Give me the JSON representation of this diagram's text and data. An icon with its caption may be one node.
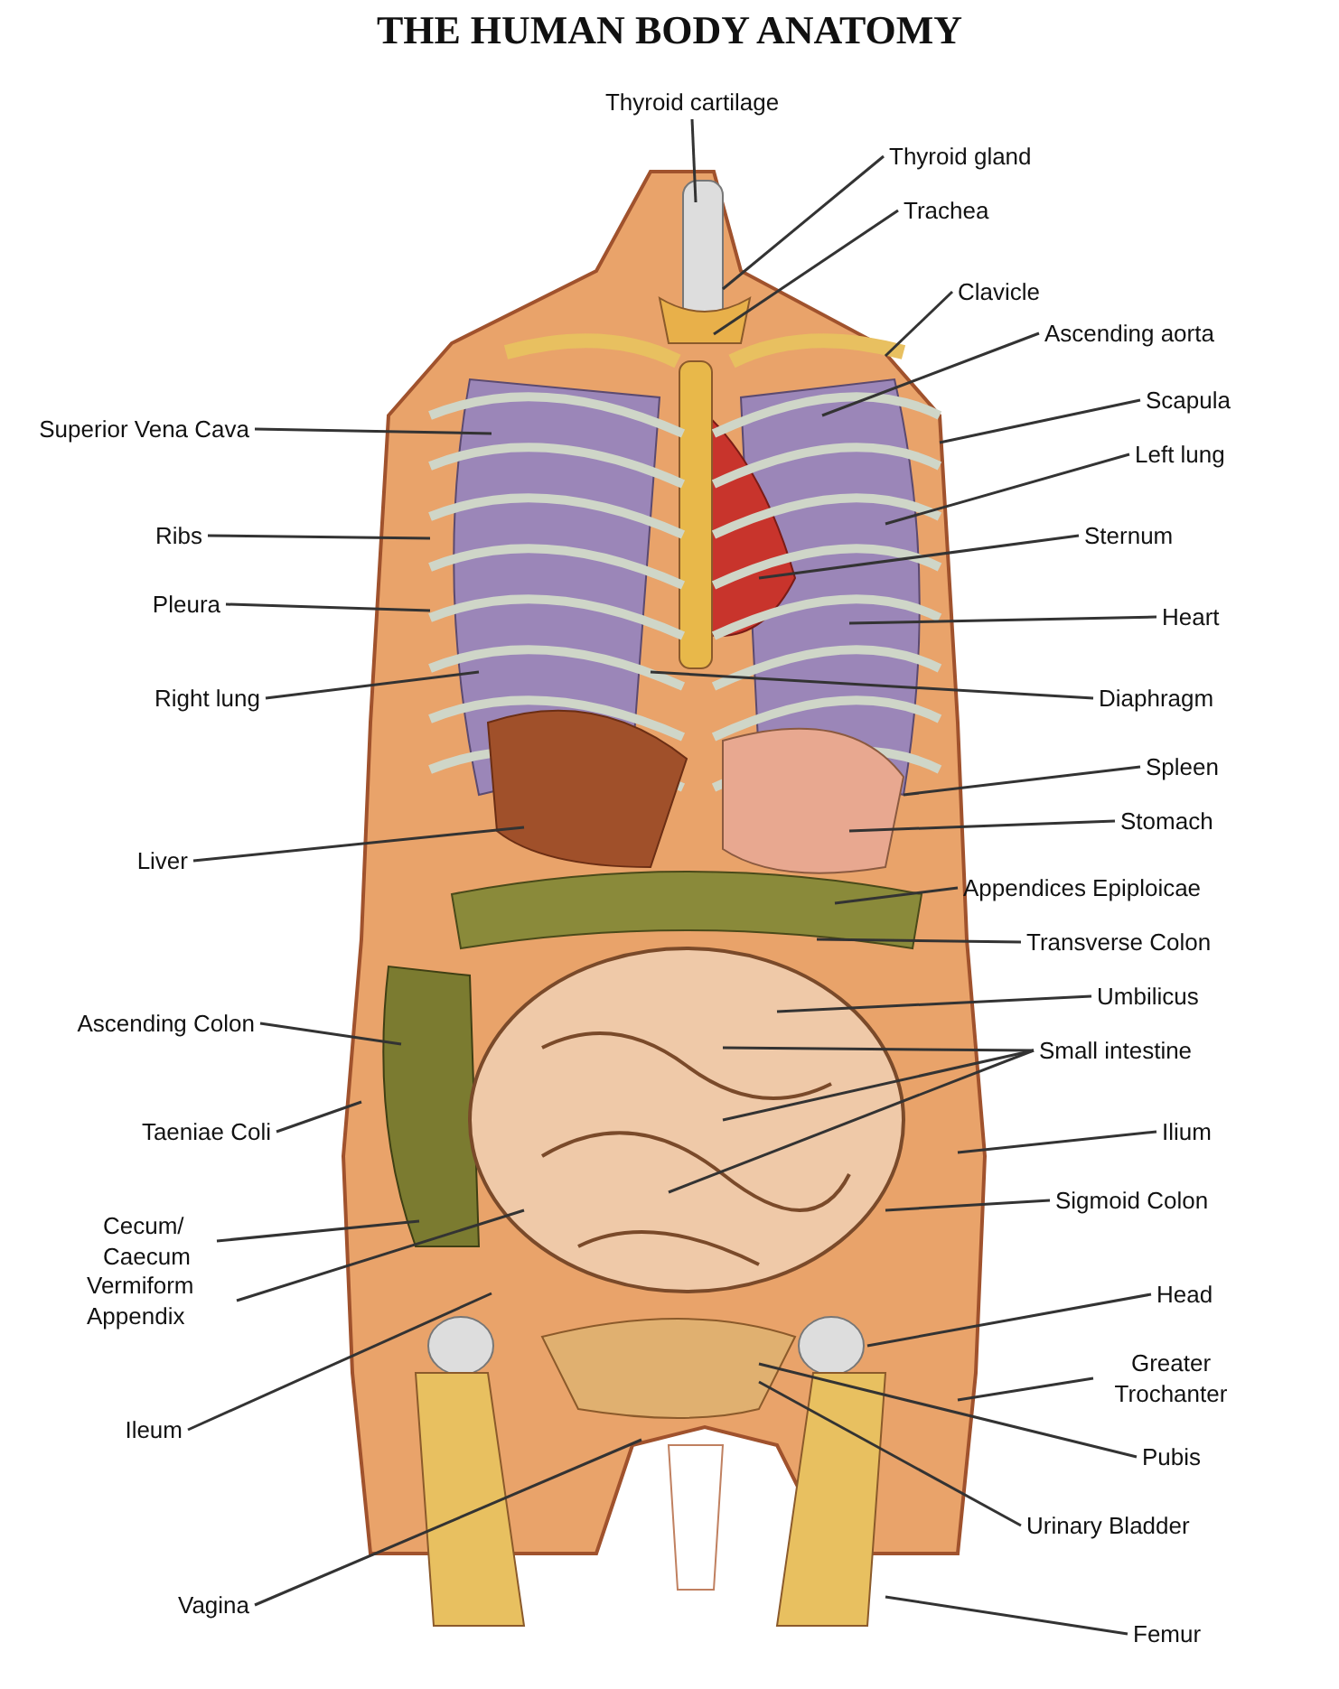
{
  "diagram": {
    "title": "THE HUMAN BODY ANATOMY",
    "nodes": [
      {
        "text": [
          "Thyroid cartilage"
        ]
      },
      {
        "text": [
          "Thyroid gland"
        ]
      },
      {
        "text": [
          "Trachea"
        ]
      },
      {
        "text": [
          "Clavicle"
        ]
      },
      {
        "text": [
          "Ascending aorta"
        ]
      },
      {
        "text": [
          "Scapula"
        ]
      },
      {
        "text": [
          "Superior Vena Cava"
        ]
      },
      {
        "text": [
          "Left lung"
        ]
      },
      {
        "text": [
          "Ribs"
        ]
      },
      {
        "text": [
          "Sternum"
        ]
      },
      {
        "text": [
          "Pleura"
        ]
      },
      {
        "text": [
          "Heart"
        ]
      },
      {
        "text": [
          "Right lung"
        ]
      },
      {
        "text": [
          "Diaphragm"
        ]
      },
      {
        "text": [
          "Spleen"
        ]
      },
      {
        "text": [
          "Stomach"
        ]
      },
      {
        "text": [
          "Liver"
        ]
      },
      {
        "text": [
          "Appendices Epiploicae"
        ]
      },
      {
        "text": [
          "Transverse Colon"
        ]
      },
      {
        "text": [
          "Umbilicus"
        ]
      },
      {
        "text": [
          "Ascending Colon"
        ]
      },
      {
        "text": [
          "Small intestine"
        ]
      },
      {
        "text": [
          "Taeniae Coli"
        ]
      },
      {
        "text": [
          "Ilium"
        ]
      },
      {
        "text": [
          "Cecum/ Caecum"
        ]
      },
      {
        "text": [
          "Sigmoid Colon"
        ]
      },
      {
        "text": [
          "Vermiform Appendix"
        ]
      },
      {
        "text": [
          "Head"
        ]
      },
      {
        "text": [
          "Greater Trochanter"
        ]
      },
      {
        "text": [
          "Ileum"
        ]
      },
      {
        "text": [
          "Pubis"
        ]
      },
      {
        "text": [
          "Urinary Bladder"
        ]
      },
      {
        "text": [
          "Vagina"
        ]
      },
      {
        "text": [
          "Femur"
        ]
      }
    ],
    "edges": [
      {
        "from": 0,
        "to": null,
        "arrow": "none"
      },
      {
        "from": 1,
        "to": null,
        "arrow": "none"
      },
      {
        "from": 2,
        "to": null,
        "arrow": "none"
      },
      {
        "from": 3,
        "to": null,
        "arrow": "none"
      },
      {
        "from": 4,
        "to": null,
        "arrow": "none"
      },
      {
        "from": 5,
        "to": null,
        "arrow": "none"
      },
      {
        "from": 6,
        "to": null,
        "arrow": "none"
      },
      {
        "from": 7,
        "to": null,
        "arrow": "none"
      },
      {
        "from": 8,
        "to": null,
        "arrow": "none"
      },
      {
        "from": 9,
        "to": null,
        "arrow": "none"
      },
      {
        "from": 10,
        "to": null,
        "arrow": "none"
      },
      {
        "from": 11,
        "to": null,
        "arrow": "none"
      },
      {
        "from": 12,
        "to": null,
        "arrow": "none"
      },
      {
        "from": 13,
        "to": null,
        "arrow": "none"
      },
      {
        "from": 14,
        "to": null,
        "arrow": "none"
      },
      {
        "from": 15,
        "to": null,
        "arrow": "none"
      },
      {
        "from": 16,
        "to": null,
        "arrow": "none"
      },
      {
        "from": 17,
        "to": null,
        "arrow": "none"
      },
      {
        "from": 18,
        "to": null,
        "arrow": "none"
      },
      {
        "from": 19,
        "to": null,
        "arrow": "none"
      },
      {
        "from": 20,
        "to": null,
        "arrow": "none"
      },
      {
        "from": 21,
        "to": null,
        "arrow": "none"
      },
      {
        "from": 21,
        "to": null,
        "arrow": "none"
      },
      {
        "from": 21,
        "to": null,
        "arrow": "none"
      },
      {
        "from": 22,
        "to": null,
        "arrow": "none"
      },
      {
        "from": 23,
        "to": null,
        "arrow": "none"
      },
      {
        "from": 24,
        "to": null,
        "arrow": "none"
      },
      {
        "from": 25,
        "to": null,
        "arrow": "none"
      },
      {
        "from": 26,
        "to": null,
        "arrow": "none"
      },
      {
        "from": 27,
        "to": null,
        "arrow": "none"
      },
      {
        "from": 28,
        "to": null,
        "arrow": "none"
      },
      {
        "from": 29,
        "to": null,
        "arrow": "none"
      },
      {
        "from": 30,
        "to": null,
        "arrow": "none"
      },
      {
        "from": 31,
        "to": null,
        "arrow": "none"
      },
      {
        "from": 32,
        "to": null,
        "arrow": "none"
      },
      {
        "from": 33,
        "to": null,
        "arrow": "none"
      }
    ]
  }
}
